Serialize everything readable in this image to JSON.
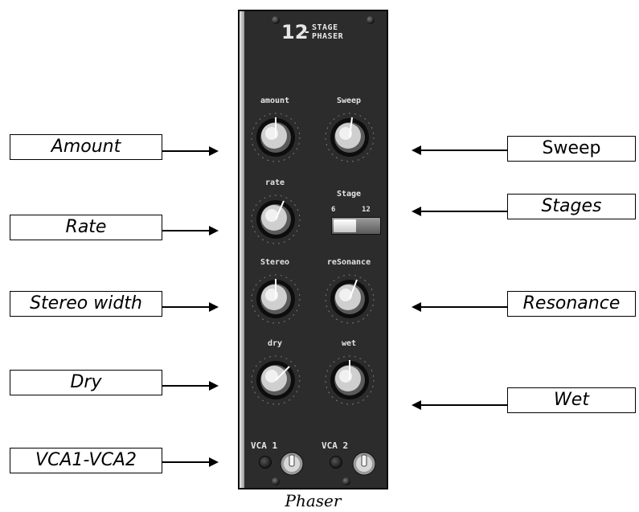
{
  "device": {
    "logo_number": "12",
    "logo_dash": "-",
    "logo_word1": "STAGE",
    "logo_word2": "PHASER",
    "knobs": {
      "amount": "amount",
      "sweep": "Sweep",
      "rate": "rate",
      "stereo": "Stereo",
      "resonance": "reSonance",
      "dry": "dry",
      "wet": "wet"
    },
    "stage_label": "Stage",
    "stage_options": [
      "6",
      "12"
    ],
    "vca1": "VCA 1",
    "vca2": "VCA 2"
  },
  "caption": "Phaser",
  "callouts": {
    "amount": "Amount",
    "rate": "Rate",
    "stereo_width": "Stereo width",
    "dry": "Dry",
    "vca": "VCA1-VCA2",
    "sweep": "Sweep",
    "stages": "Stages",
    "resonance": "Resonance",
    "wet": "Wet"
  },
  "colors": {
    "panel": "#2c2c2c",
    "label_text": "#e4e4e4"
  }
}
